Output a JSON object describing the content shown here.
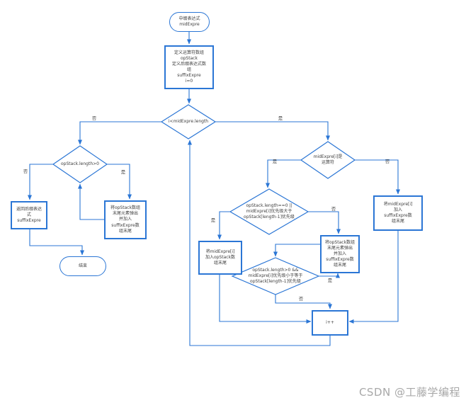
{
  "background": "#ffffff",
  "colors": {
    "line": "#2b76d5",
    "node_border": "#2b76d5",
    "text": "#3d3d3d",
    "watermark": "#a8a8a8"
  },
  "flowchart": {
    "nodes": {
      "start": {
        "label": "中缀表达式\nmidExpre"
      },
      "init": {
        "label": "定义运算符数组\nopStack\n定义后缀表达式数\n组\nsuffixExpre\ni=0"
      },
      "loop_cond": {
        "label": "i<midExpre.length"
      },
      "stack_cond": {
        "label": "opStack.length>0"
      },
      "return_box": {
        "label": "返回后缀表达\n式\nsuffixExpre"
      },
      "end": {
        "label": "结束"
      },
      "pop_left": {
        "label": "将opStack数组\n末尾元素弹出\n并加入\nsuffixExpre数\n组末尾"
      },
      "op_cond": {
        "label": "midExpre[i]是\n运算符"
      },
      "prio_cond": {
        "label": "opStack.length==0 ||\nmidExpre[i]优先级大于\nopStack[length-1]优先级"
      },
      "push_box": {
        "label": "将midExpre[i]\n加入opStack数\n组末尾"
      },
      "pop_right": {
        "label": "将opStack数组\n末尾元素弹出\n并加入\nsuffixExpre数\n组末尾"
      },
      "prio2_cond": {
        "label": "opStack.length>0 &&\nmidExpre[i]优先级小于等于\nopStack[length-1]优先级"
      },
      "append_box": {
        "label": "将midExpre[i]\n加入\nsuffixExpre数\n组末尾"
      },
      "increment": {
        "label": "i++"
      }
    },
    "edge_labels": {
      "loop_no": "否",
      "loop_yes": "是",
      "stack_no": "否",
      "stack_yes": "是",
      "op_yes": "是",
      "op_no": "否",
      "prio_yes": "是",
      "prio_no": "否",
      "prio2_yes": "是",
      "prio2_no": "否"
    }
  },
  "watermark": "CSDN @工藤学编程"
}
